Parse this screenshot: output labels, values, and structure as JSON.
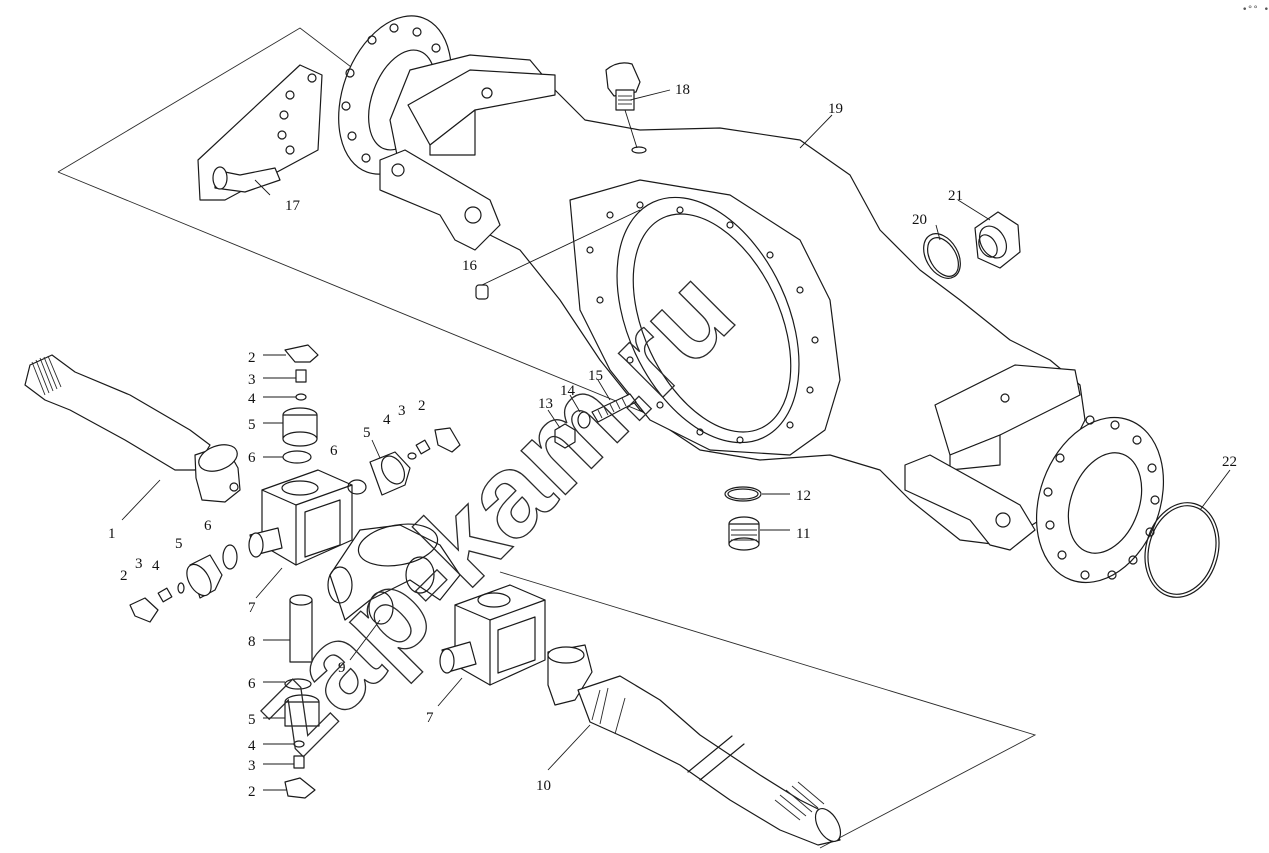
{
  "watermark": "zap-kam.ru",
  "corner_mark": "•°° •••",
  "labels": {
    "p1": "1",
    "p2": "2",
    "p3": "3",
    "p4": "4",
    "p5": "5",
    "p6": "6",
    "p7": "7",
    "p8": "8",
    "p9": "9",
    "p10": "10",
    "p11": "11",
    "p12": "12",
    "p13": "13",
    "p14": "14",
    "p15": "15",
    "p16": "16",
    "p17": "17",
    "p18": "18",
    "p19": "19",
    "p20": "20",
    "p21": "21",
    "p22": "22"
  }
}
